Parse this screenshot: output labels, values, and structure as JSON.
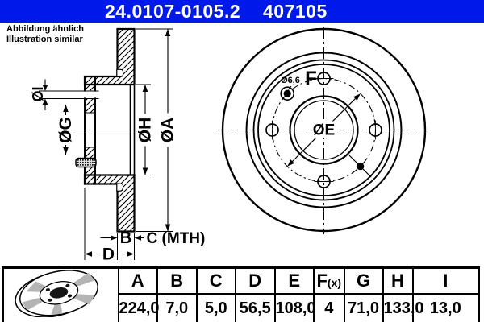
{
  "header": {
    "catalog_number": "24.0107-0105.2",
    "article_number": "407105"
  },
  "note": {
    "line1": "Abbildung ähnlich",
    "line2": "Illustration similar"
  },
  "colors": {
    "header_bg": "#0019eb",
    "header_text": "#ffffff",
    "line_color": "#000000"
  },
  "section_view": {
    "labels": {
      "dia_i": "ØI",
      "dia_g": "ØG",
      "dia_h": "ØH",
      "dia_a": "ØA",
      "b": "B",
      "c_mth": "C (MTH)",
      "d": "D"
    }
  },
  "front_view": {
    "labels": {
      "f": "F",
      "pin_hole": "Ø6,6",
      "dia_e": "ØE"
    }
  },
  "table": {
    "columns": [
      {
        "header": "A",
        "value": "224,0"
      },
      {
        "header": "B",
        "value": "7,0"
      },
      {
        "header": "C",
        "value": "5,0"
      },
      {
        "header": "D",
        "value": "56,5"
      },
      {
        "header": "E",
        "value": "108,0"
      },
      {
        "header": "F",
        "header_suffix": "(x)",
        "value": "4"
      },
      {
        "header": "G",
        "value": "71,0"
      },
      {
        "header": "H",
        "value": "133,0"
      },
      {
        "header": "I",
        "value": "13,0"
      }
    ]
  }
}
